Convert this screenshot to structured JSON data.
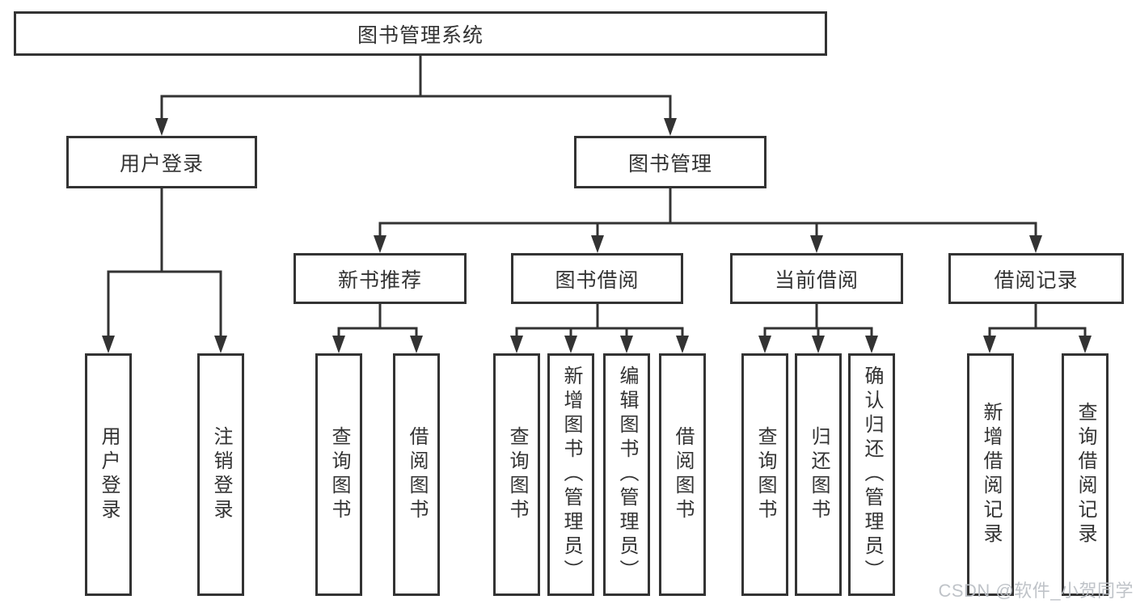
{
  "diagram_title": "图书管理系统",
  "tree": {
    "root": {
      "label": "图书管理系统",
      "children": [
        {
          "label": "用户登录",
          "children": [
            {
              "label": "用户登录"
            },
            {
              "label": "注销登录"
            }
          ]
        },
        {
          "label": "图书管理",
          "children": [
            {
              "label": "新书推荐",
              "children": [
                {
                  "label": "查询图书"
                },
                {
                  "label": "借阅图书"
                }
              ]
            },
            {
              "label": "图书借阅",
              "children": [
                {
                  "label": "查询图书"
                },
                {
                  "label": "新增图书（管理员）"
                },
                {
                  "label": "编辑图书（管理员）"
                },
                {
                  "label": "借阅图书"
                }
              ]
            },
            {
              "label": "当前借阅",
              "children": [
                {
                  "label": "查询图书"
                },
                {
                  "label": "归还图书"
                },
                {
                  "label": "确认归还（管理员）"
                }
              ]
            },
            {
              "label": "借阅记录",
              "children": [
                {
                  "label": "新增借阅记录"
                },
                {
                  "label": "查询借阅记录"
                }
              ]
            }
          ]
        }
      ]
    }
  },
  "watermark": "CSDN @软件_小贺同学",
  "colors": {
    "line": "#333333",
    "text": "#333333",
    "box_background": "#ffffff",
    "page_background": "#ffffff",
    "watermark": "#bcc0c6"
  }
}
